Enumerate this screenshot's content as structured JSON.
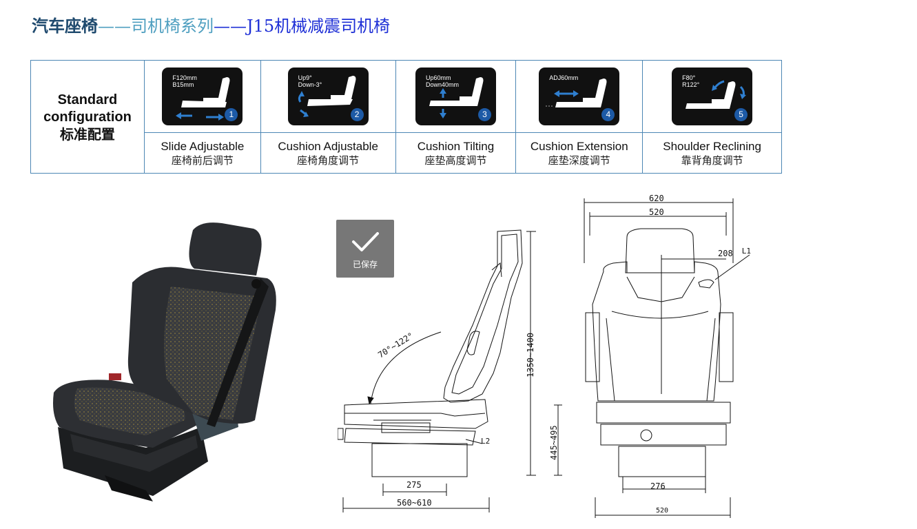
{
  "title": {
    "part1": "汽车座椅",
    "dash1": "——",
    "part2": "司机椅系列",
    "dash2": "——",
    "part3": "J15机械减震司机椅"
  },
  "standard": {
    "en_line1": "Standard",
    "en_line2": "configuration",
    "cn": "标准配置"
  },
  "features": [
    {
      "icon": "seat-slide-icon",
      "spec": "F120mm\nB15mm",
      "number": "1",
      "label_en": "Slide Adjustable",
      "label_cn": "座椅前后调节"
    },
    {
      "icon": "cushion-angle-icon",
      "spec": "Up9°\nDown-3°",
      "number": "2",
      "label_en": "Cushion Adjustable",
      "label_cn": "座椅角度调节"
    },
    {
      "icon": "cushion-height-icon",
      "spec": "Up60mm\nDown40mm",
      "number": "3",
      "label_en": "Cushion Tilting",
      "label_cn": "座垫高度调节"
    },
    {
      "icon": "cushion-depth-icon",
      "spec": "ADJ60mm",
      "number": "4",
      "label_en": "Cushion Extension",
      "label_cn": "座垫深度调节"
    },
    {
      "icon": "backrest-recline-icon",
      "spec": "F80°\nR122°",
      "number": "5",
      "label_en": "Shoulder Reclining",
      "label_cn": "靠背角度调节"
    }
  ],
  "saved_badge": {
    "label": "已保存",
    "icon": "checkmark-icon"
  },
  "drawing": {
    "angle": "70°~122°",
    "height_total": "1350~1400",
    "height_seat": "445~495",
    "depth_base": "275",
    "depth_total": "560~610",
    "width_total": "620",
    "width_back": "520",
    "width_offset": "208",
    "width_base": "276",
    "width_bottom": "520",
    "label_l1": "L1",
    "label_l2": "L2"
  },
  "colors": {
    "title_main": "#1f4a6e",
    "title_series": "#4f9fc0",
    "title_model": "#1e2fd6",
    "table_border": "#4c86b4",
    "icon_badge": "#1d5aa6",
    "arrow_blue": "#2f7fd0"
  }
}
